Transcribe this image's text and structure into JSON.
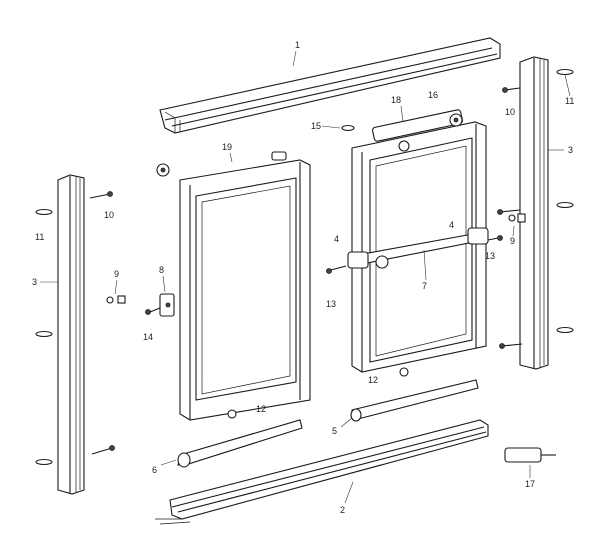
{
  "diagram": {
    "callouts": {
      "c1": "1",
      "c2": "2",
      "c3_left": "3",
      "c3_right": "3",
      "c4_left": "4",
      "c4_right": "4",
      "c5": "5",
      "c6": "6",
      "c7": "7",
      "c8": "8",
      "c9_left": "9",
      "c9_right": "9",
      "c10_left": "10",
      "c10_right": "10",
      "c11_left": "11",
      "c11_right": "11",
      "c12_left": "12",
      "c12_right": "12",
      "c13_left": "13",
      "c13_right": "13",
      "c14": "14",
      "c15": "15",
      "c16": "16",
      "c17": "17",
      "c18": "18",
      "c19": "19"
    }
  }
}
